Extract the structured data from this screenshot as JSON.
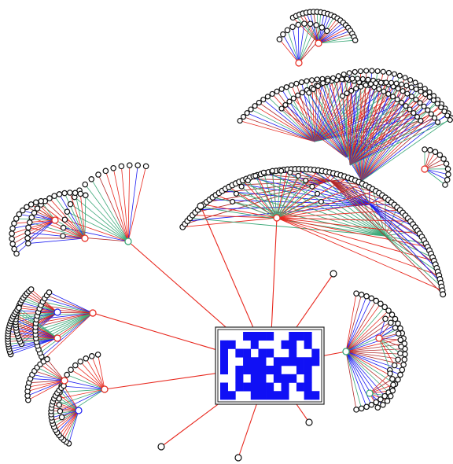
{
  "colors": {
    "background": "#ffffff",
    "edge_red": "#e8281e",
    "edge_darkred": "#b22a2a",
    "edge_blue": "#1c1cf2",
    "edge_green": "#3ca878",
    "node_black": "#111111",
    "root_fill": "#1010f5",
    "root_border": "#222222"
  },
  "root": {
    "icon": "pixel-matrix-icon",
    "pattern": [
      "0001111001110",
      "1100100011010",
      "1011011001001",
      "1001110111111",
      "1011111100110",
      "0010110111010",
      "1011111010110",
      "1100111110011"
    ]
  }
}
